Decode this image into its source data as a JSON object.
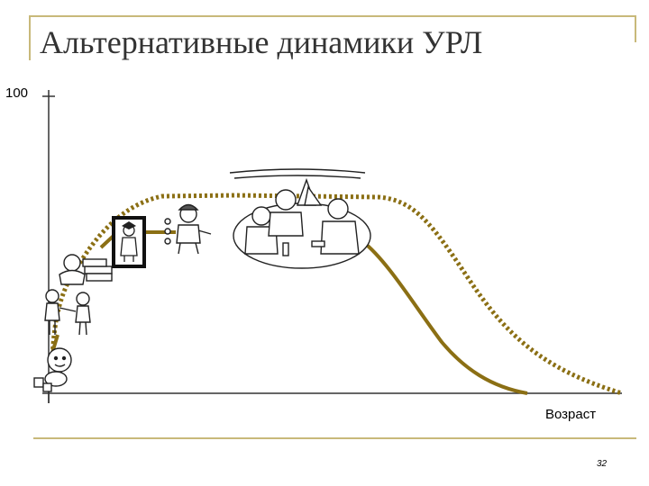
{
  "slide": {
    "title": "Альтернативные динамики УРЛ",
    "page_number": "32"
  },
  "chart_data": {
    "type": "line",
    "title": "Альтернативные динамики УРЛ",
    "xlabel": "Возраст",
    "ylabel": "",
    "y_max_label": "100",
    "ylim": [
      0,
      100
    ],
    "grid": false,
    "series": [
      {
        "style": "dotted",
        "color": "#8b6f14"
      },
      {
        "style": "solid",
        "color": "#8b6f14"
      }
    ],
    "illustrations": [
      "baby",
      "playing-children",
      "student-with-books",
      "graduate-portrait",
      "worker",
      "seated-adults-at-table"
    ]
  }
}
